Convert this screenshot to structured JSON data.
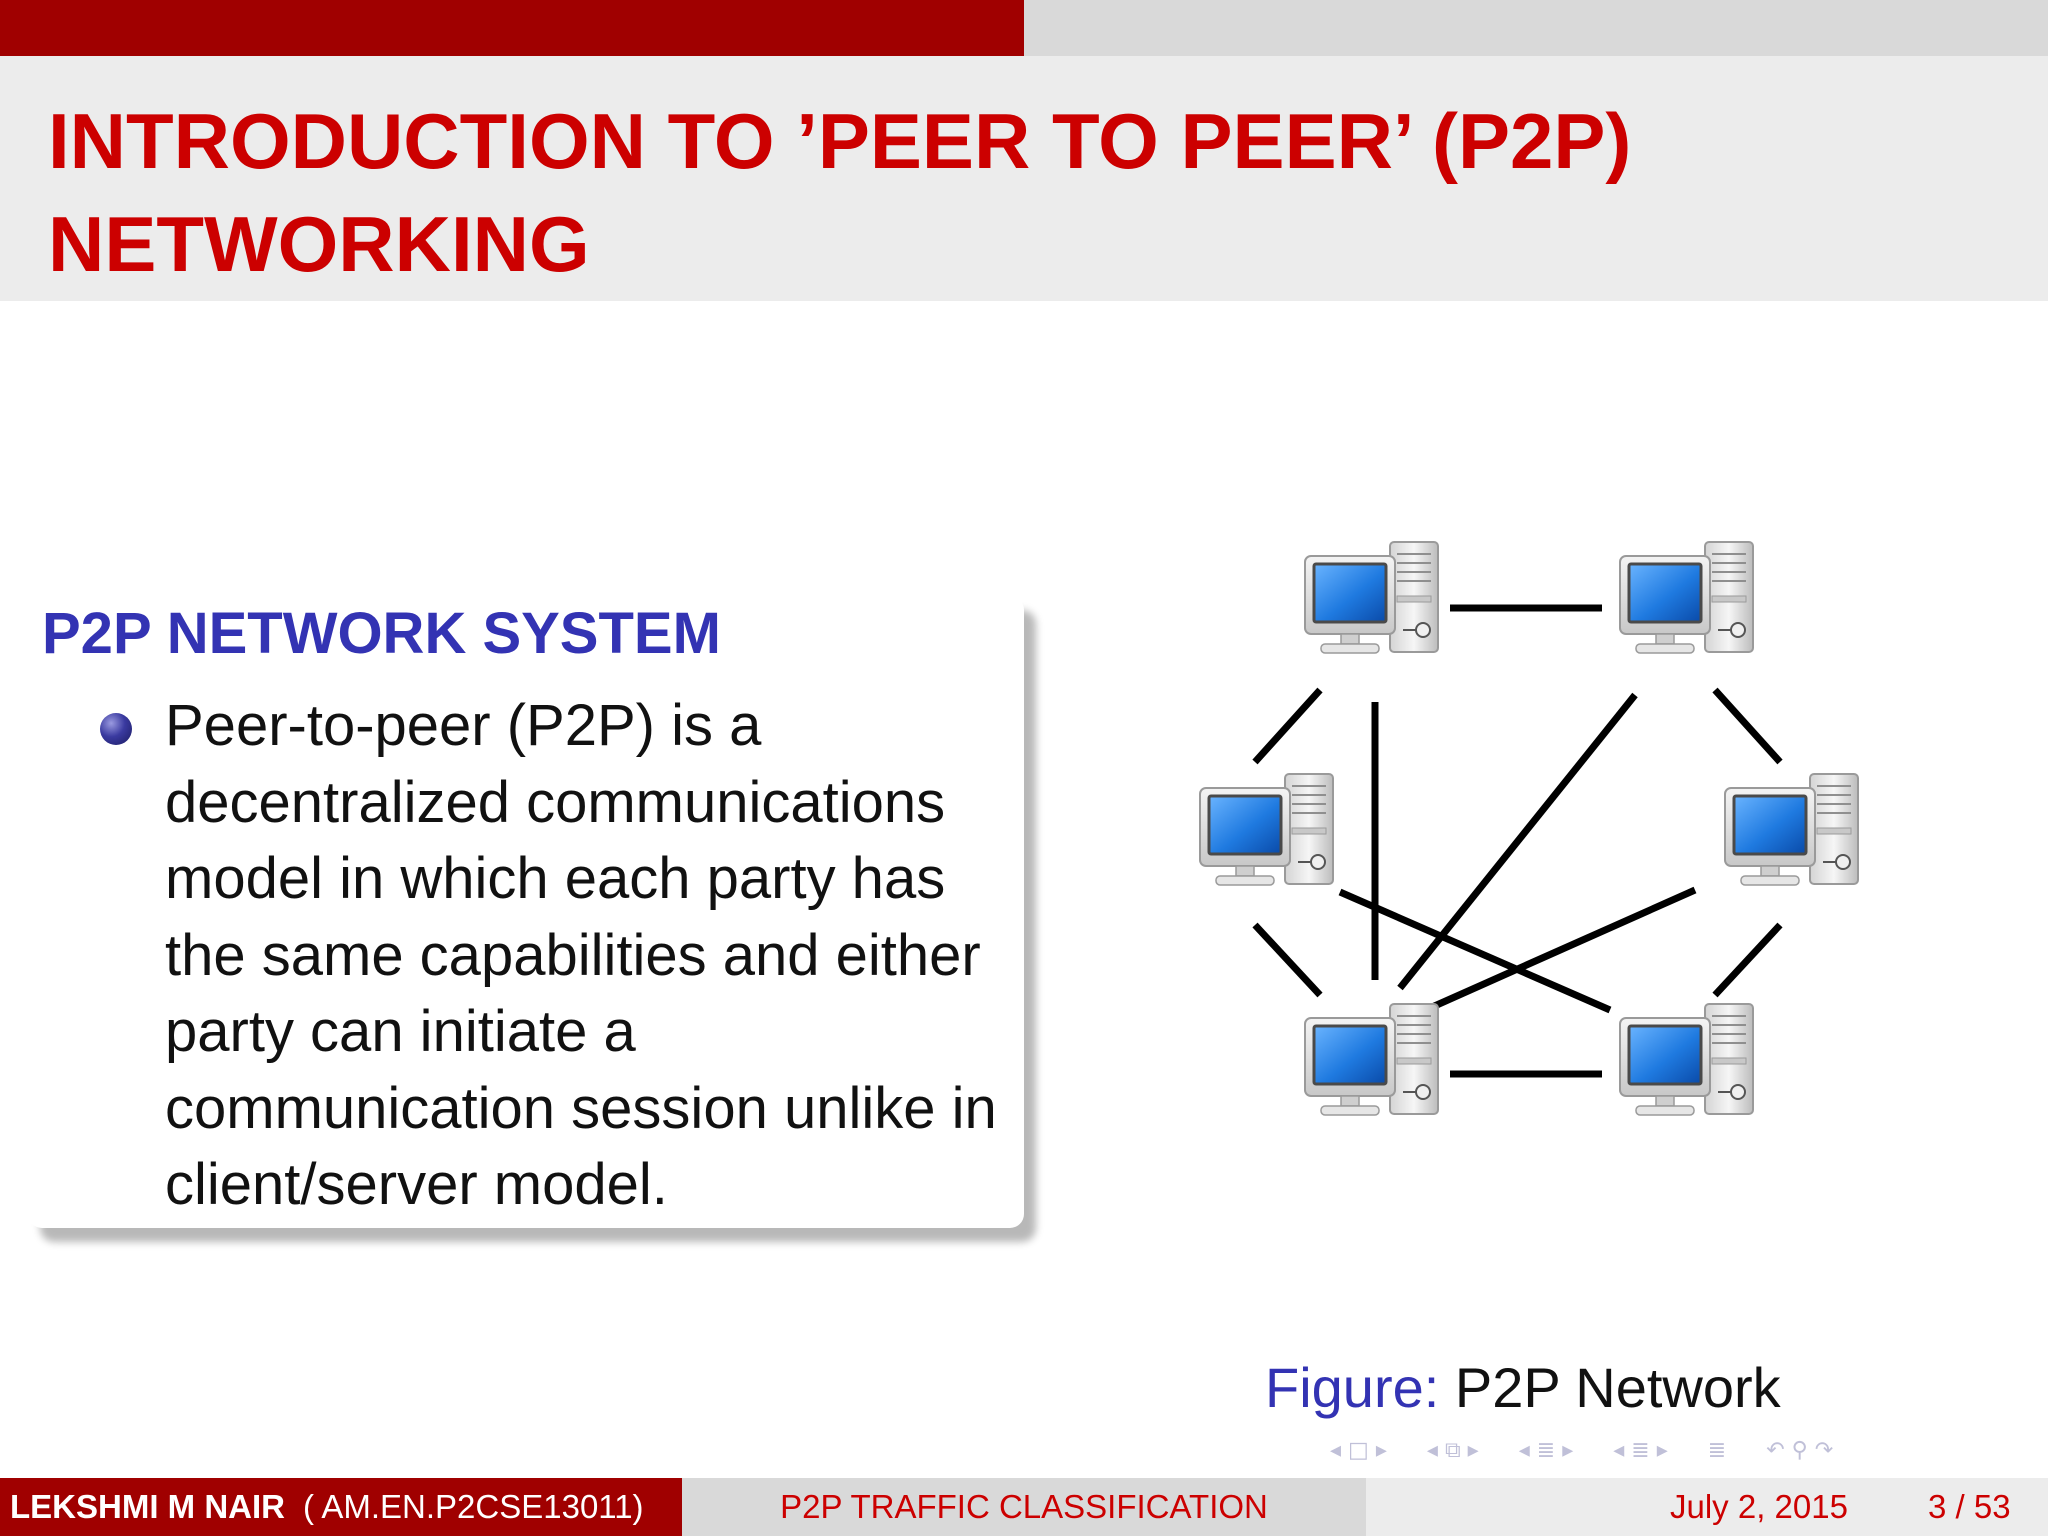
{
  "slide": {
    "title": "INTRODUCTION TO ’PEER TO PEER’ (P2P) NETWORKING",
    "progress_fraction": 0.5
  },
  "block": {
    "title": "P2P NETWORK SYSTEM",
    "bullets": [
      "Peer-to-peer (P2P) is a decentralized communications model in which each party has the same capabilities and either party can initiate a communication session unlike in client/server model."
    ]
  },
  "figure": {
    "caption_label": "Figure:",
    "caption_text": "P2P Network",
    "nodes": [
      {
        "id": "top-left",
        "icon": "desktop-computer-icon"
      },
      {
        "id": "top-right",
        "icon": "desktop-computer-icon"
      },
      {
        "id": "middle-left",
        "icon": "desktop-computer-icon"
      },
      {
        "id": "middle-right",
        "icon": "desktop-computer-icon"
      },
      {
        "id": "bottom-left",
        "icon": "desktop-computer-icon"
      },
      {
        "id": "bottom-right",
        "icon": "desktop-computer-icon"
      }
    ],
    "links": [
      [
        "top-left",
        "top-right"
      ],
      [
        "top-left",
        "middle-left"
      ],
      [
        "top-left",
        "bottom-left"
      ],
      [
        "top-right",
        "middle-right"
      ],
      [
        "top-right",
        "bottom-left"
      ],
      [
        "middle-left",
        "bottom-left"
      ],
      [
        "middle-left",
        "bottom-right"
      ],
      [
        "middle-right",
        "bottom-left"
      ],
      [
        "middle-right",
        "bottom-right"
      ],
      [
        "bottom-left",
        "bottom-right"
      ]
    ]
  },
  "navigation": {
    "icons": [
      "nav-prev-icon",
      "nav-frame-icon",
      "nav-next-icon",
      "nav-prev-icon",
      "nav-subsection-icon",
      "nav-next-icon",
      "nav-prev-icon",
      "nav-section-icon",
      "nav-next-icon",
      "nav-prev-icon",
      "nav-section-icon",
      "nav-next-icon",
      "nav-toc-icon",
      "nav-back-icon",
      "nav-search-icon",
      "nav-forward-icon"
    ]
  },
  "footer": {
    "author": "LEKSHMI M NAIR",
    "author_id": "( AM.EN.P2CSE13011)",
    "title": "P2P TRAFFIC CLASSIFICATION",
    "date": "July 2, 2015",
    "page": "3 / 53"
  },
  "colors": {
    "accent_red": "#cc0000",
    "bar_red": "#a00000",
    "block_title_blue": "#3333b3",
    "screen_blue": "#1f7ae0"
  }
}
